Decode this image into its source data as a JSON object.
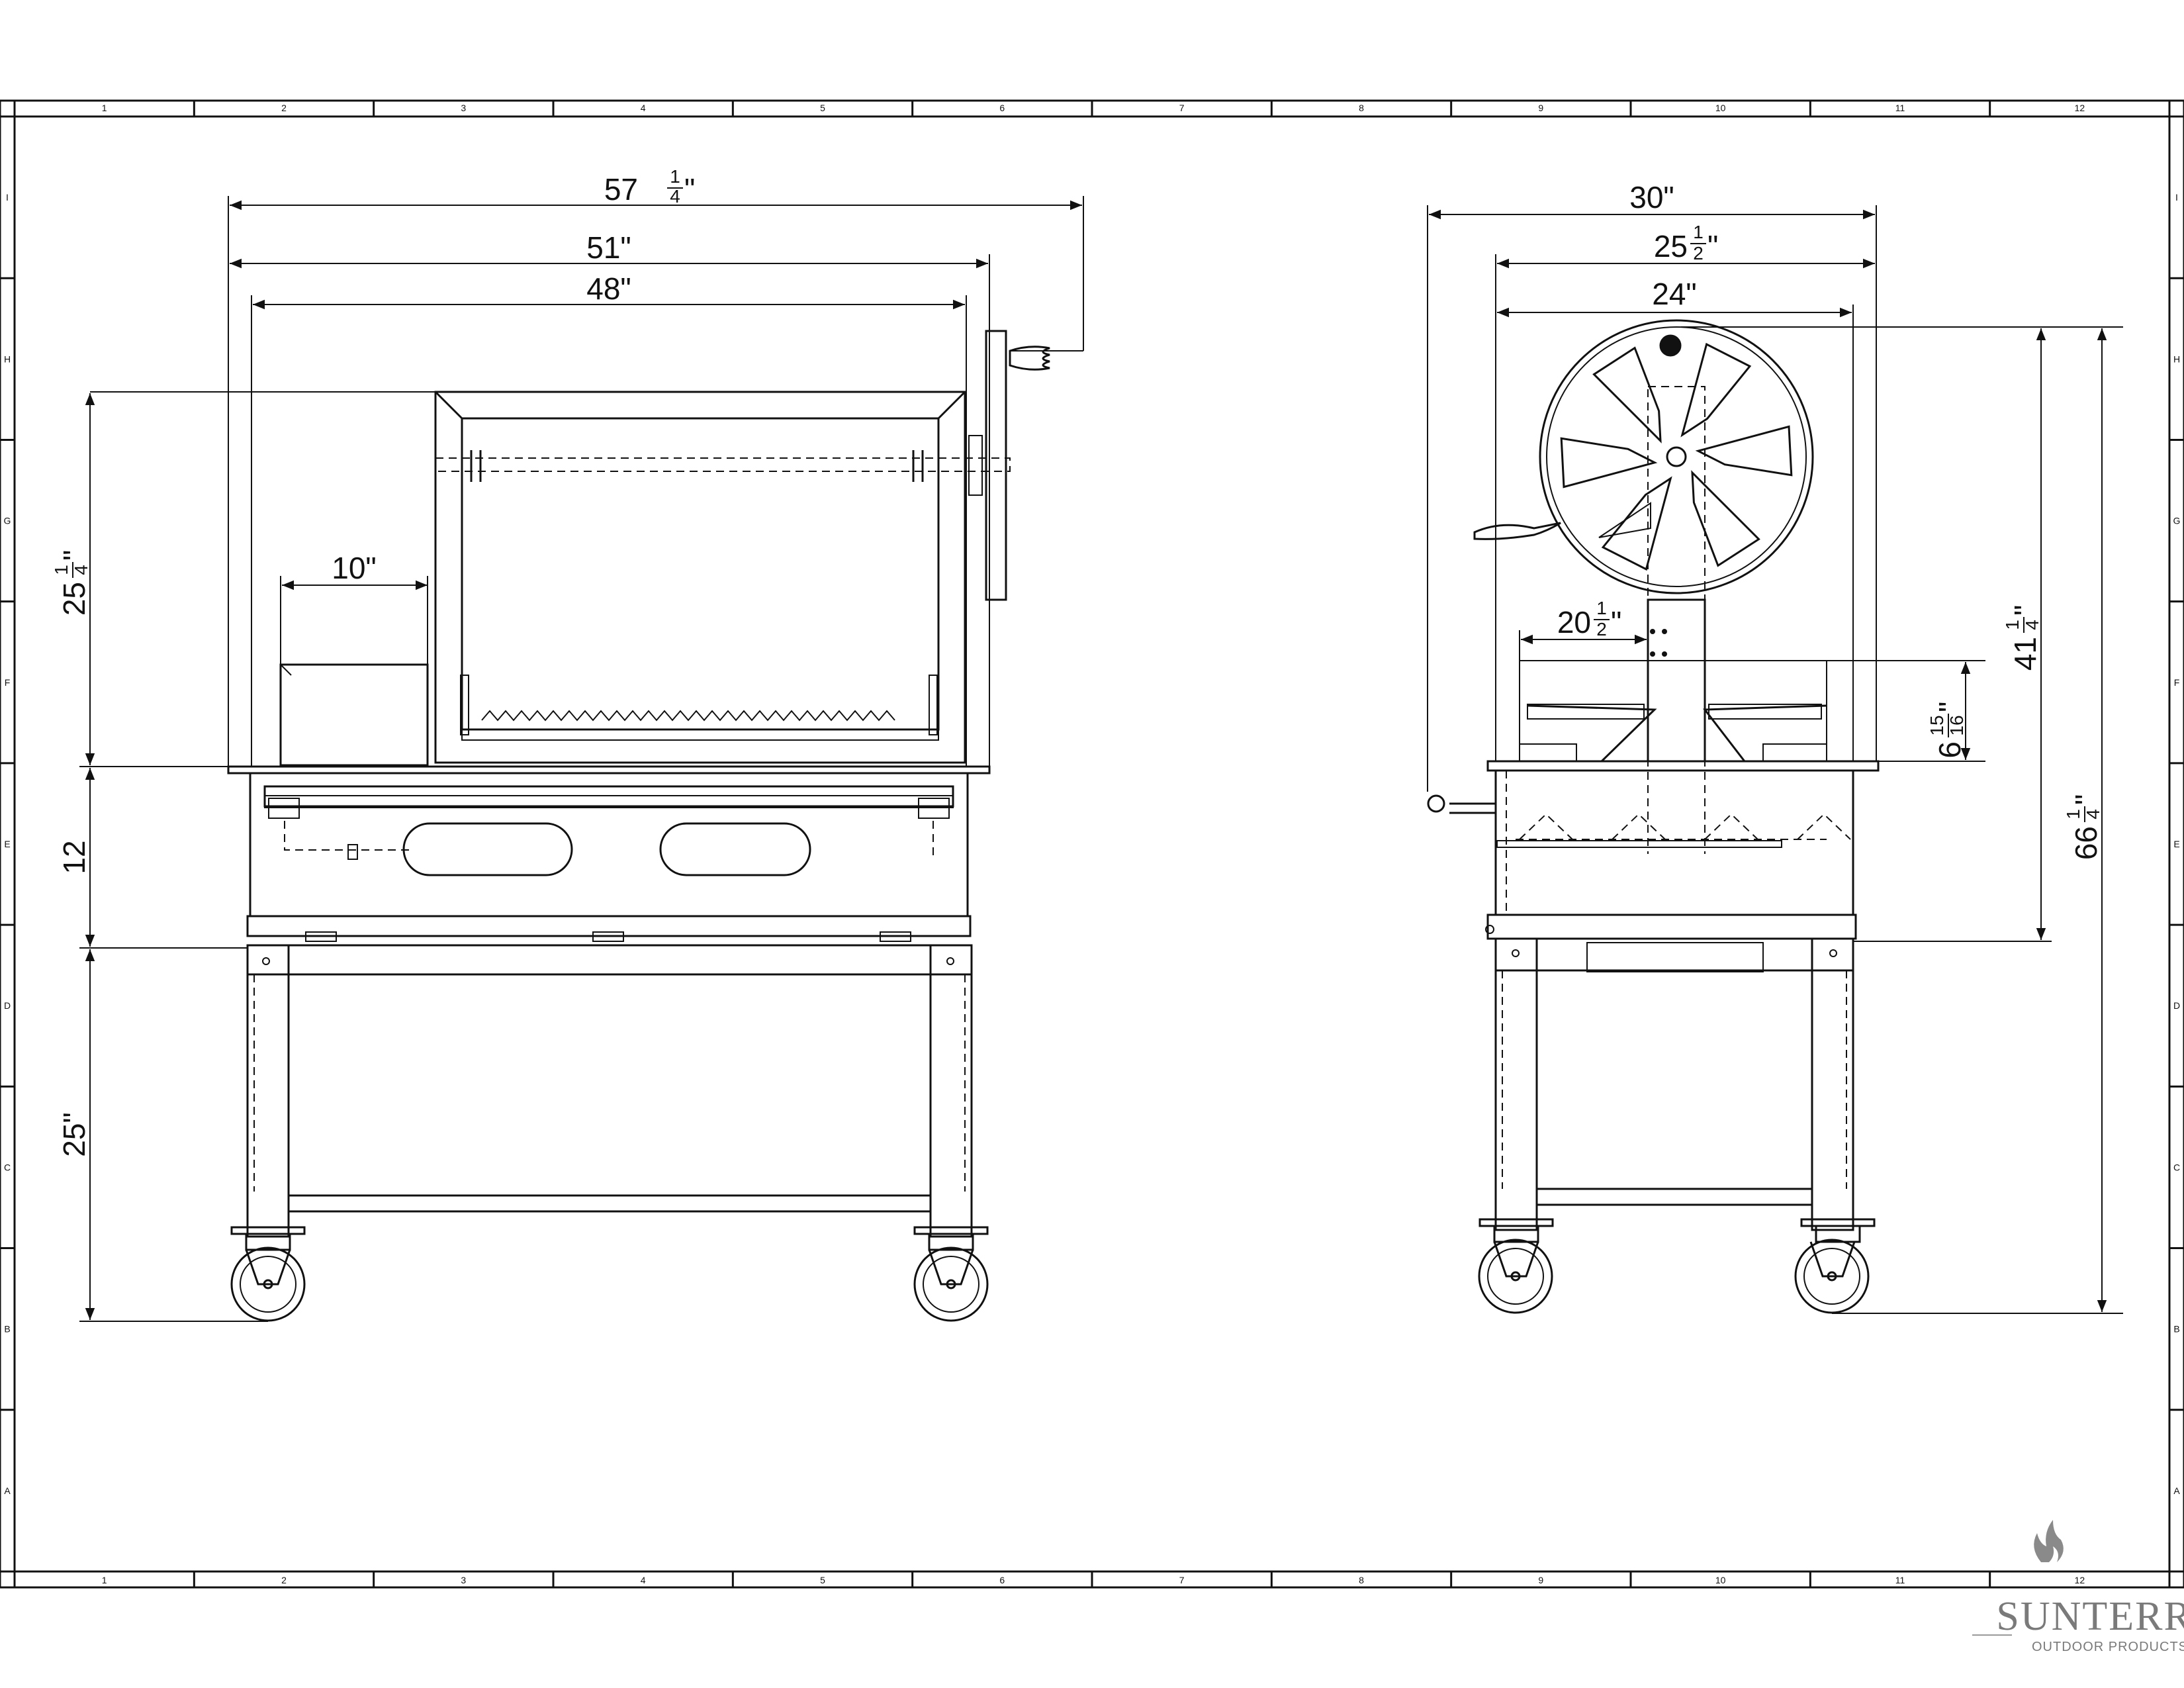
{
  "grid": {
    "columns": [
      "1",
      "2",
      "3",
      "4",
      "5",
      "6",
      "7",
      "8",
      "9",
      "10",
      "11",
      "12"
    ],
    "rows": [
      "I",
      "H",
      "G",
      "F",
      "E",
      "D",
      "C",
      "B",
      "A"
    ]
  },
  "front_view": {
    "overall_width": {
      "whole": "57",
      "num": "1",
      "den": "4",
      "unit": "\""
    },
    "body_width": "51\"",
    "grill_width": "48\"",
    "side_box_width": "10\"",
    "hood_height": {
      "whole": "25",
      "num": "1",
      "den": "4",
      "unit": "\""
    },
    "firebox_height": "12",
    "cart_height": "25\""
  },
  "side_view": {
    "overall_depth": "30\"",
    "body_depth": {
      "whole": "25",
      "num": "1",
      "den": "2",
      "unit": "\""
    },
    "grill_depth": "24\"",
    "grate_depth": {
      "whole": "20",
      "num": "1",
      "den": "2",
      "unit": "\""
    },
    "grate_height": {
      "whole": "6",
      "num": "15",
      "den": "16",
      "unit": "\""
    },
    "wheel_top_height": {
      "whole": "41",
      "num": "1",
      "den": "4",
      "unit": "\""
    },
    "overall_height": {
      "whole": "66",
      "num": "1",
      "den": "4",
      "unit": "\""
    }
  },
  "brand": {
    "name": "SUNTERRA",
    "tagline": "OUTDOOR PRODUCTS",
    "icon": "flame-icon"
  }
}
